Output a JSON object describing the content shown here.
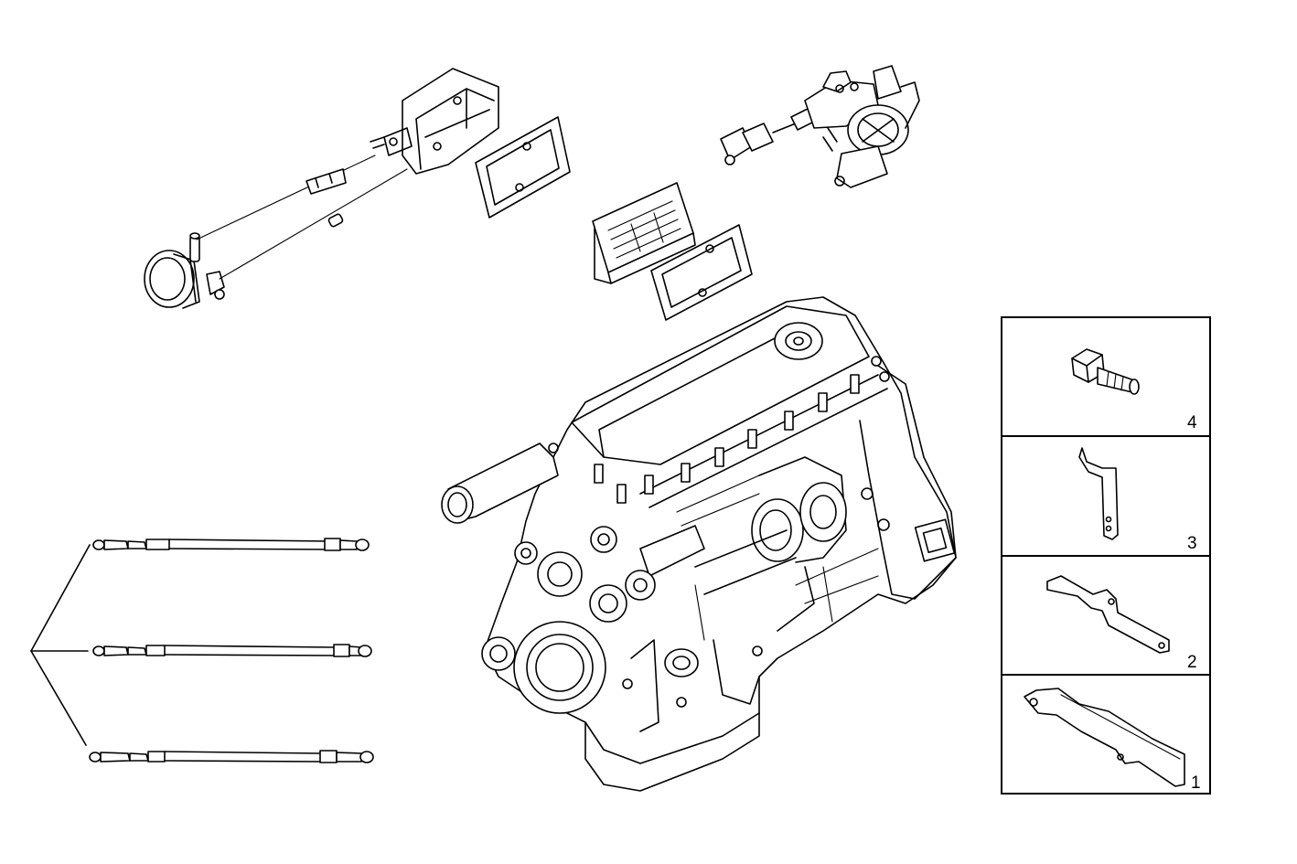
{
  "legend_panel": {
    "items": [
      {
        "number": "4",
        "part_icon": "flange-bolt-icon"
      },
      {
        "number": "3",
        "part_icon": "l-bracket-icon"
      },
      {
        "number": "2",
        "part_icon": "z-bracket-icon"
      },
      {
        "number": "1",
        "part_icon": "long-bracket-plate-icon"
      }
    ]
  },
  "main_illustration": {
    "part_icon": "engine-block-icon"
  },
  "exploded_parts": {
    "icons": [
      "thermostat-assembly-icon",
      "gasket-icon",
      "intake-heater-icon",
      "sensor-harness-icon",
      "ground-cable-icon"
    ]
  },
  "colors": {
    "line": "#000000",
    "background": "#ffffff"
  }
}
